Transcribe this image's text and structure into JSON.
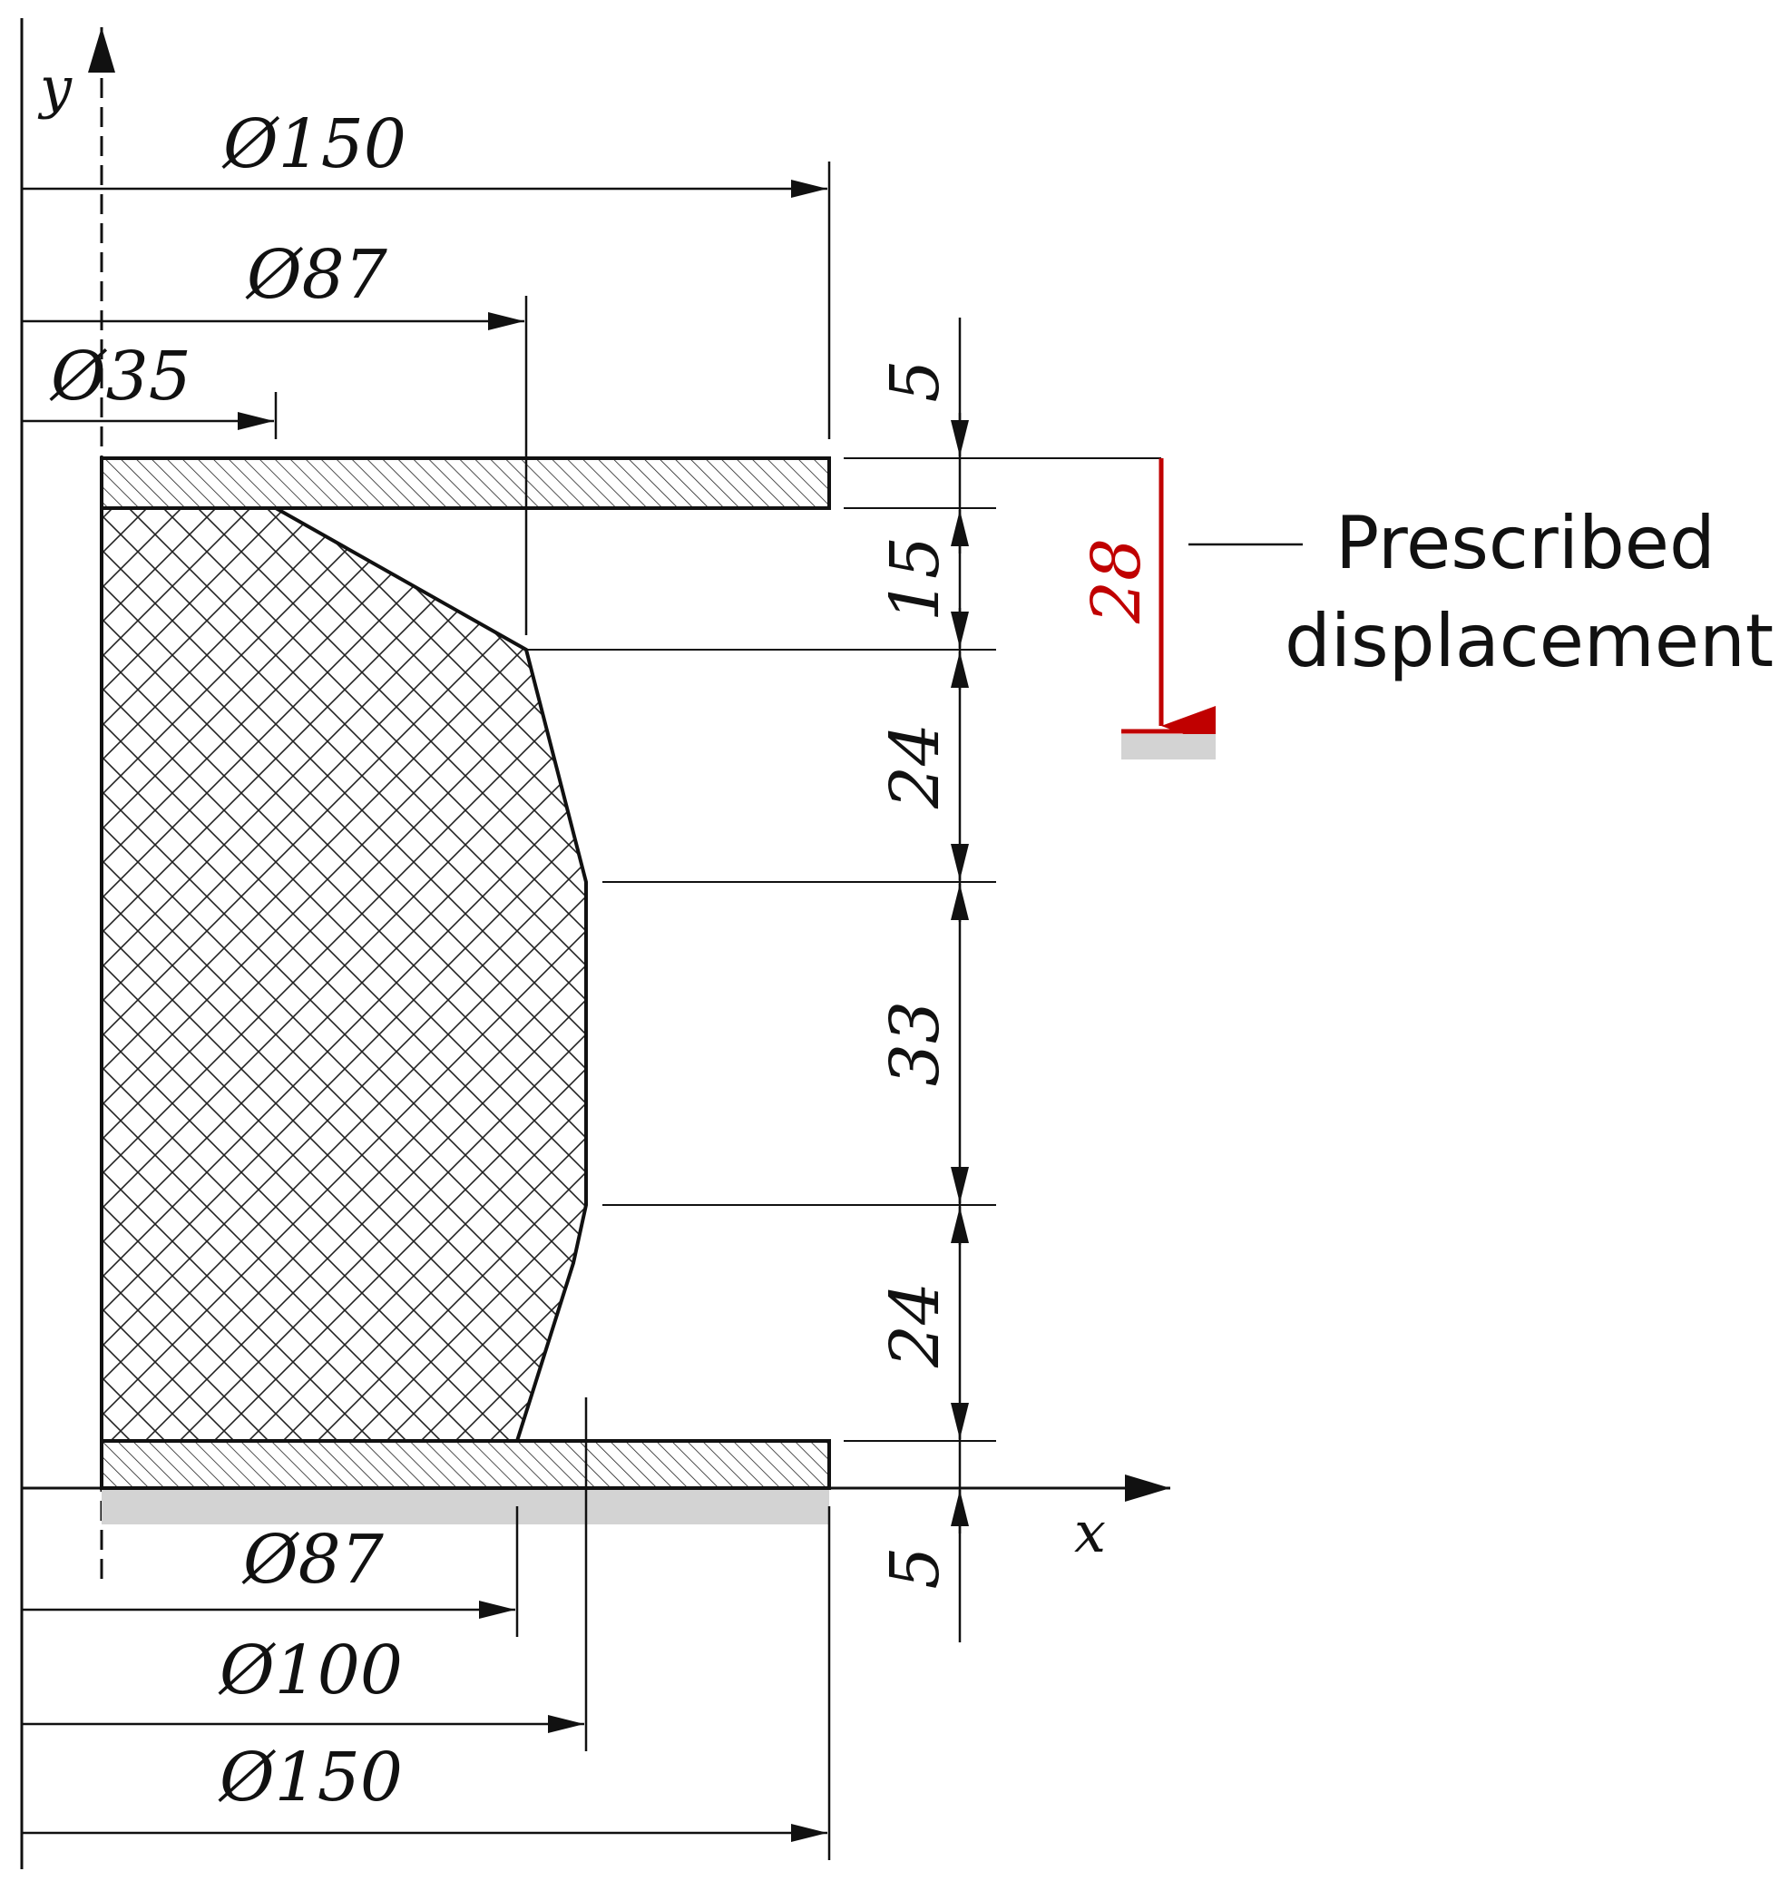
{
  "axes": {
    "x_label": "x",
    "y_label": "y"
  },
  "dimensions_top": {
    "d150": "Ø150",
    "d87": "Ø87",
    "d35": "Ø35"
  },
  "dimensions_bottom": {
    "d87": "Ø87",
    "d100": "Ø100",
    "d150": "Ø150"
  },
  "dimensions_vertical": {
    "top_plate": "5",
    "upper_taper": "15",
    "upper_cone": "24",
    "middle": "33",
    "lower_cone": "24",
    "bottom_plate": "5"
  },
  "displacement": {
    "value": "28",
    "label_line1": "Prescribed",
    "label_line2": "displacement",
    "color": "#c00000"
  },
  "colors": {
    "line": "#111111",
    "ground": "#d0d0d0",
    "accent": "#c00000"
  }
}
